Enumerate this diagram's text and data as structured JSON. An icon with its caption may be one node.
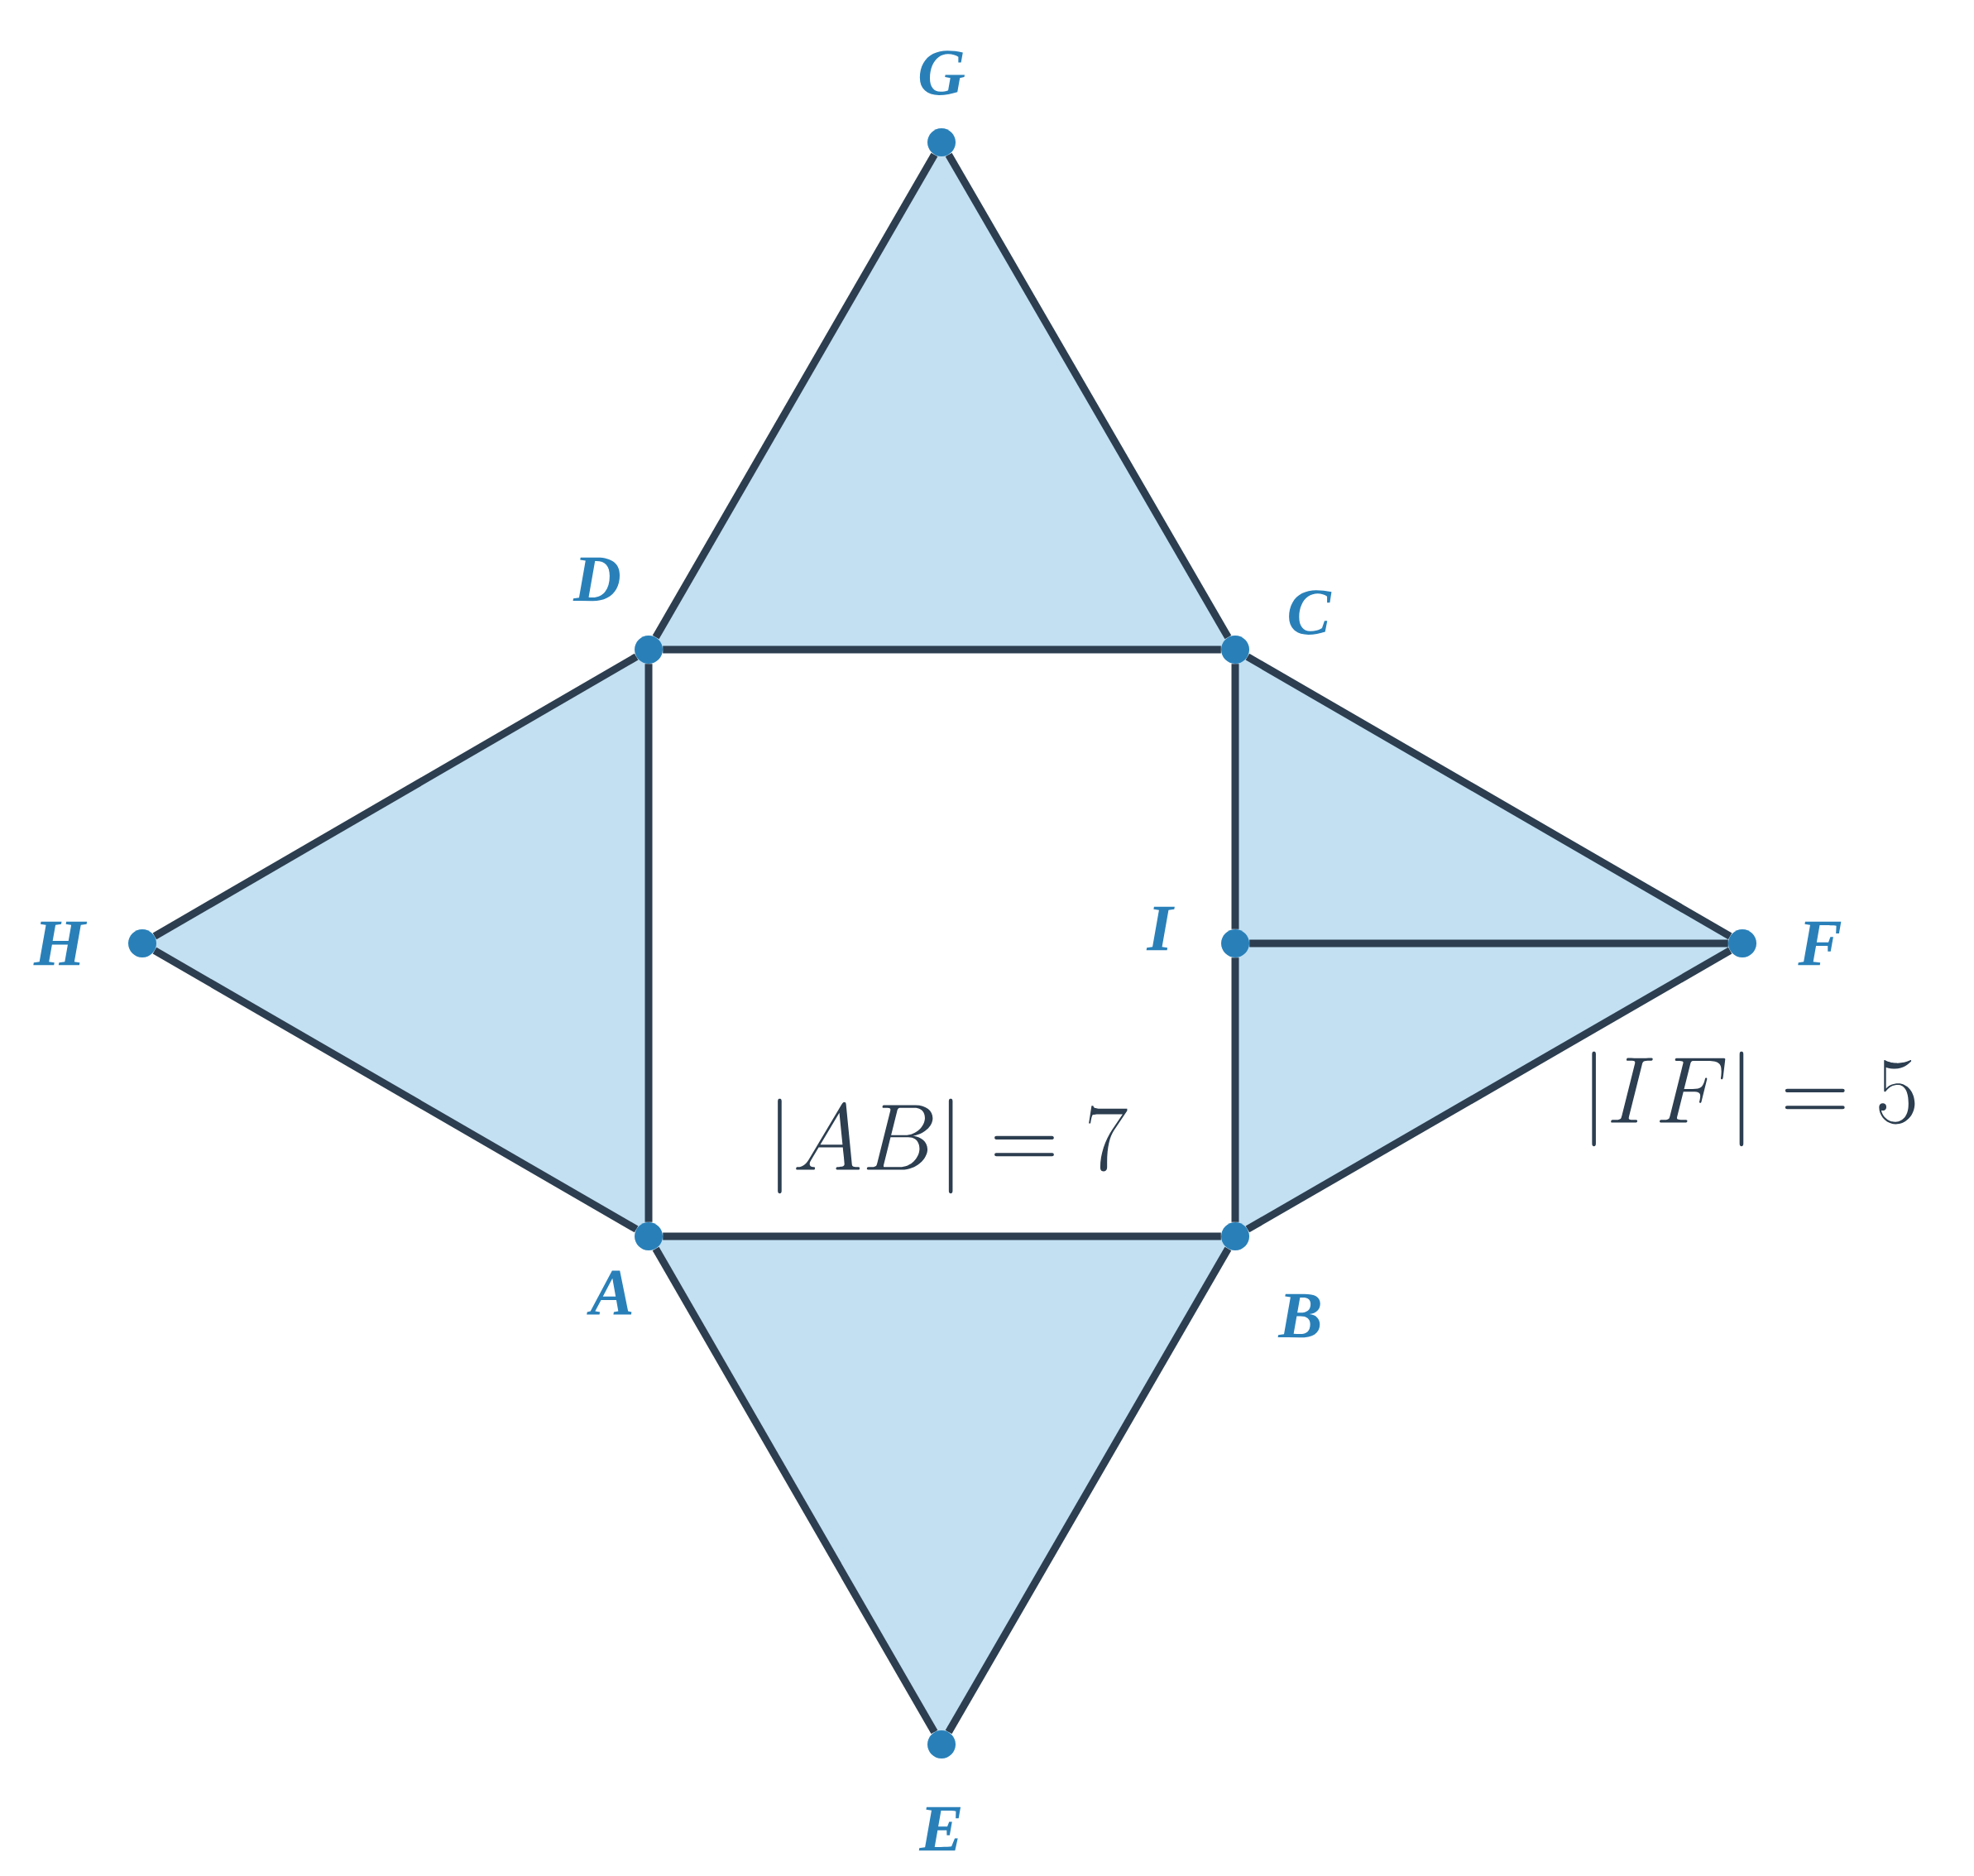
{
  "diagram": {
    "nodes": [
      {
        "text": [
          "G"
        ]
      },
      {
        "text": [
          "D"
        ]
      },
      {
        "text": [
          "C"
        ]
      },
      {
        "text": [
          "H"
        ]
      },
      {
        "text": [
          "I"
        ]
      },
      {
        "text": [
          "F"
        ]
      },
      {
        "text": [
          "A"
        ]
      },
      {
        "text": [
          "B"
        ]
      },
      {
        "text": [
          "E"
        ]
      }
    ],
    "edges": [
      {
        "from": 0,
        "to": 1,
        "arrow": "none"
      },
      {
        "from": 0,
        "to": 2,
        "arrow": "none"
      },
      {
        "from": 1,
        "to": 2,
        "arrow": "none"
      },
      {
        "from": 3,
        "to": 1,
        "arrow": "none"
      },
      {
        "from": 3,
        "to": 6,
        "arrow": "none"
      },
      {
        "from": 1,
        "to": 6,
        "arrow": "none"
      },
      {
        "from": 2,
        "to": 4,
        "arrow": "none"
      },
      {
        "from": 4,
        "to": 7,
        "arrow": "none"
      },
      {
        "from": 2,
        "to": 5,
        "arrow": "none"
      },
      {
        "from": 4,
        "to": 5,
        "arrow": "none"
      },
      {
        "from": 5,
        "to": 7,
        "arrow": "none"
      },
      {
        "from": 6,
        "to": 7,
        "arrow": "none"
      },
      {
        "from": 6,
        "to": 8,
        "arrow": "none"
      },
      {
        "from": 8,
        "to": 7,
        "arrow": "none"
      }
    ],
    "labels": [
      "|AB| = 7",
      "|IF| = 5"
    ]
  }
}
